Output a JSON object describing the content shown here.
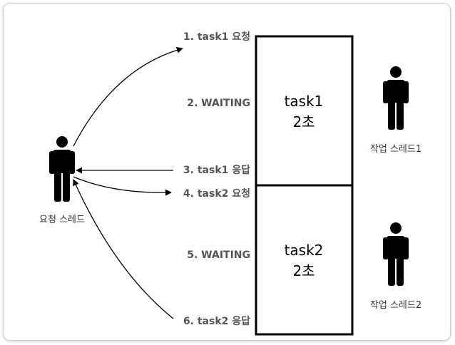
{
  "steps": {
    "s1": "1. task1 요청",
    "s2": "2. WAITING",
    "s3": "3. task1 응답",
    "s4": "4. task2 요청",
    "s5": "5. WAITING",
    "s6": "6. task2 응답"
  },
  "tasks": {
    "task1": {
      "name": "task1",
      "duration": "2초"
    },
    "task2": {
      "name": "task2",
      "duration": "2초"
    }
  },
  "actors": {
    "request_thread": "요청 스레드",
    "worker1": "작업 스레드1",
    "worker2": "작업 스레드2"
  }
}
